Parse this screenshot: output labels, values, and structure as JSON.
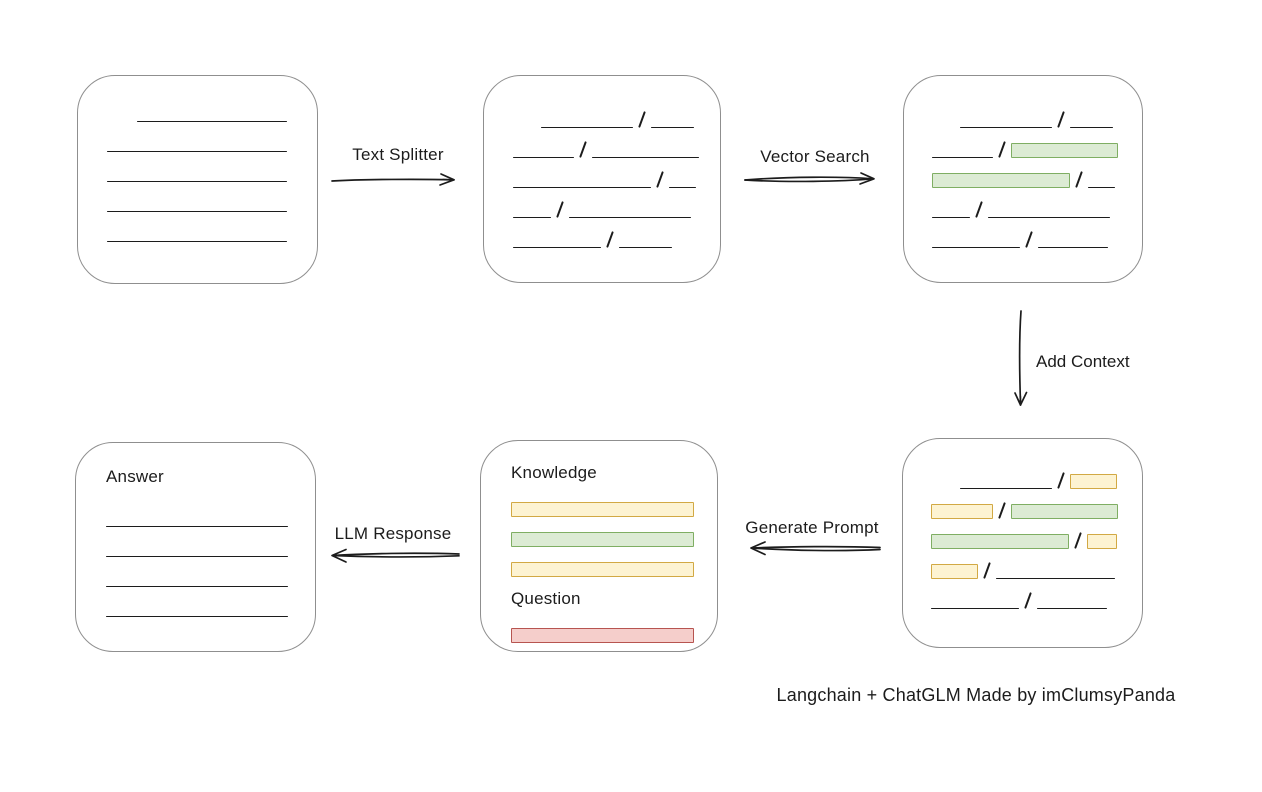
{
  "caption": "Langchain + ChatGLM Made by imClumsyPanda",
  "labels": {
    "text_splitter": "Text Splitter",
    "vector_search": "Vector Search",
    "add_context": "Add Context",
    "generate_prompt": "Generate Prompt",
    "llm_response": "LLM Response",
    "knowledge": "Knowledge",
    "question": "Question",
    "answer": "Answer"
  },
  "colors": {
    "ink": "#1c1c1c",
    "box_border": "#8f8f8f",
    "green_fill": "#dcebd4",
    "green_border": "#7fae63",
    "yellow_fill": "#fdf3d2",
    "yellow_border": "#d2a944",
    "red_fill": "#f5cecb",
    "red_border": "#b75450"
  },
  "nodes": {
    "document": {
      "rows": [
        {
          "indent": 30,
          "segs": [
            {
              "t": "line",
              "w": 150
            }
          ]
        },
        {
          "segs": [
            {
              "t": "line",
              "w": 180
            }
          ]
        },
        {
          "segs": [
            {
              "t": "line",
              "w": 180
            }
          ]
        },
        {
          "segs": [
            {
              "t": "line",
              "w": 180
            }
          ]
        },
        {
          "segs": [
            {
              "t": "line",
              "w": 180
            }
          ]
        }
      ]
    },
    "split_chunks": {
      "rows": [
        {
          "indent": 28,
          "segs": [
            {
              "t": "line",
              "w": 92
            },
            {
              "t": "slash"
            },
            {
              "t": "line",
              "w": 43
            }
          ]
        },
        {
          "segs": [
            {
              "t": "line",
              "w": 61
            },
            {
              "t": "slash"
            },
            {
              "t": "line",
              "w": 107
            }
          ]
        },
        {
          "segs": [
            {
              "t": "line",
              "w": 138
            },
            {
              "t": "slash"
            },
            {
              "t": "line",
              "w": 27
            }
          ]
        },
        {
          "segs": [
            {
              "t": "line",
              "w": 38
            },
            {
              "t": "slash"
            },
            {
              "t": "line",
              "w": 122
            }
          ]
        },
        {
          "segs": [
            {
              "t": "line",
              "w": 88
            },
            {
              "t": "slash"
            },
            {
              "t": "line",
              "w": 53
            }
          ]
        }
      ]
    },
    "vector_matches": {
      "rows": [
        {
          "indent": 28,
          "segs": [
            {
              "t": "line",
              "w": 92
            },
            {
              "t": "slash"
            },
            {
              "t": "line",
              "w": 43
            }
          ]
        },
        {
          "segs": [
            {
              "t": "line",
              "w": 61
            },
            {
              "t": "slash"
            },
            {
              "t": "rect",
              "c": "green",
              "w": 107
            }
          ]
        },
        {
          "segs": [
            {
              "t": "rect",
              "c": "green",
              "w": 138
            },
            {
              "t": "slash"
            },
            {
              "t": "line",
              "w": 27
            }
          ]
        },
        {
          "segs": [
            {
              "t": "line",
              "w": 38
            },
            {
              "t": "slash"
            },
            {
              "t": "line",
              "w": 122
            }
          ]
        },
        {
          "segs": [
            {
              "t": "line",
              "w": 88
            },
            {
              "t": "slash"
            },
            {
              "t": "line",
              "w": 70
            }
          ]
        }
      ]
    },
    "context_chunks": {
      "rows": [
        {
          "indent": 29,
          "segs": [
            {
              "t": "line",
              "w": 92
            },
            {
              "t": "slash"
            },
            {
              "t": "rect",
              "c": "yellow",
              "w": 47
            }
          ]
        },
        {
          "segs": [
            {
              "t": "rect",
              "c": "yellow",
              "w": 62
            },
            {
              "t": "slash"
            },
            {
              "t": "rect",
              "c": "green",
              "w": 107
            }
          ]
        },
        {
          "segs": [
            {
              "t": "rect",
              "c": "green",
              "w": 138
            },
            {
              "t": "slash"
            },
            {
              "t": "rect",
              "c": "yellow",
              "w": 30
            }
          ]
        },
        {
          "segs": [
            {
              "t": "rect",
              "c": "yellow",
              "w": 47
            },
            {
              "t": "slash"
            },
            {
              "t": "line",
              "w": 119
            }
          ]
        },
        {
          "segs": [
            {
              "t": "line",
              "w": 88
            },
            {
              "t": "slash"
            },
            {
              "t": "line",
              "w": 70
            }
          ]
        }
      ]
    },
    "prompt": {
      "knowledge_rows": [
        {
          "segs": [
            {
              "t": "rect",
              "c": "yellow",
              "w": 183
            }
          ]
        },
        {
          "segs": [
            {
              "t": "rect",
              "c": "green",
              "w": 183
            }
          ]
        },
        {
          "segs": [
            {
              "t": "rect",
              "c": "yellow",
              "w": 183
            }
          ]
        }
      ],
      "question_rows": [
        {
          "segs": [
            {
              "t": "rect",
              "c": "red",
              "w": 183
            }
          ]
        }
      ]
    },
    "answer": {
      "rows": [
        {
          "segs": [
            {
              "t": "line",
              "w": 182
            }
          ]
        },
        {
          "segs": [
            {
              "t": "line",
              "w": 182
            }
          ]
        },
        {
          "segs": [
            {
              "t": "line",
              "w": 182
            }
          ]
        },
        {
          "segs": [
            {
              "t": "line",
              "w": 182
            }
          ]
        }
      ]
    }
  }
}
